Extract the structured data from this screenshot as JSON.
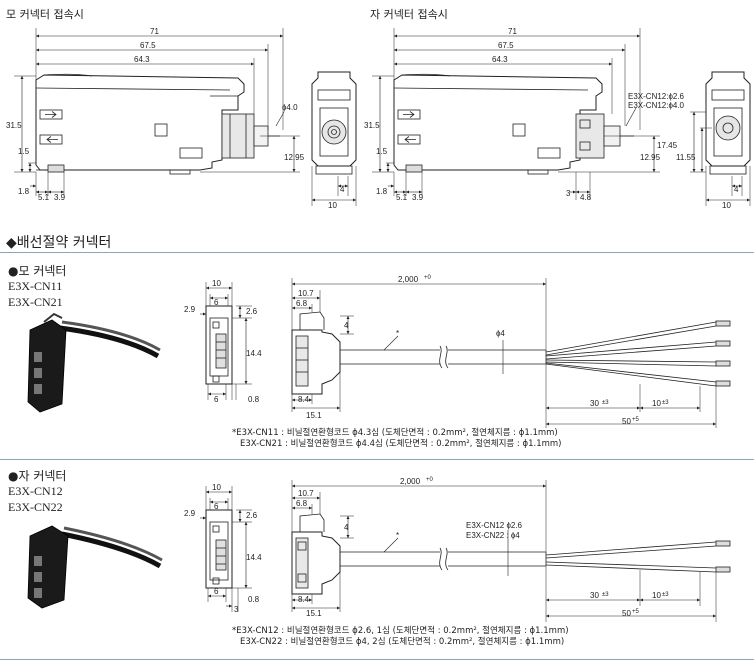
{
  "top": {
    "left_title": "모 커넥터 접속시",
    "right_title": "자 커넥터 접속시",
    "dims": {
      "d71": "71",
      "d67_5": "67.5",
      "d64_3": "64.3",
      "d31_5": "31.5",
      "d1_5": "1.5",
      "d1_8": "1.8",
      "d5_1": "5.1",
      "d3_9": "3.9",
      "d12_95": "12.95",
      "phi4": "ɸ4.0",
      "d4": "4",
      "d10": "10",
      "d3": "3",
      "d4_8": "4.8",
      "d17_45": "17.45",
      "d11_55": "11.55",
      "cn12_26": "E3X-CN12:ɸ2.6",
      "cn12_40": "E3X-CN12:ɸ4.0"
    }
  },
  "section": {
    "title": "◆배선절약 커넥터"
  },
  "male": {
    "heading": "●모 커넥터",
    "model1": "E3X-CN11",
    "model2": "E3X-CN21",
    "dims": {
      "d10": "10",
      "d2_9": "2.9",
      "d2_6": "2.6",
      "d14_4": "14.4",
      "d6a": "6",
      "d6b": "6",
      "d0_8": "0.8",
      "d10_7": "10.7",
      "d6_8": "6.8",
      "d4": "4",
      "star": "*",
      "d2000": "2,000",
      "d2000_tol": "+0",
      "phi4": "ɸ4",
      "d8_4": "8.4",
      "d15_1": "15.1",
      "d30": "30",
      "d30_tol": "±3",
      "d10b": "10",
      "d10b_tol": "±3",
      "d50": "50",
      "d50_tol": "+5"
    },
    "note1": "*E3X-CN11 : 비닐절연환형코드 ɸ4.3심 (도체단면적 : 0.2mm², 절연체지름 : ɸ1.1mm)",
    "note2": "E3X-CN21 : 비닐절연환형코드 ɸ4.4심 (도체단면적 : 0.2mm², 절연체지름 : ɸ1.1mm)"
  },
  "female": {
    "heading": "●자 커넥터",
    "model1": "E3X-CN12",
    "model2": "E3X-CN22",
    "dims": {
      "d10": "10",
      "d2_9": "2.9",
      "d2_6": "2.6",
      "d14_4": "14.4",
      "d6a": "6",
      "d6b": "6",
      "d0_8": "0.8",
      "d3": "3",
      "d10_7": "10.7",
      "d6_8": "6.8",
      "d4": "4",
      "star": "*",
      "d2000": "2,000",
      "d2000_tol": "+0",
      "cn12": "E3X-CN12 ɸ2.6",
      "cn22": "E3X-CN22 : ɸ4",
      "d8_4": "8.4",
      "d15_1": "15.1",
      "d30": "30",
      "d30_tol": "±3",
      "d10b": "10",
      "d10b_tol": "±3",
      "d50": "50",
      "d50_tol": "+5"
    },
    "note1": "*E3X-CN12 : 비닐절연환형코드 ɸ2.6, 1심 (도체단면적 : 0.2mm², 절연체지름 : ɸ1.1mm)",
    "note2": "E3X-CN22 : 비닐절연환형코드 ɸ4, 2심 (도체단면적 : 0.2mm², 절연체지름 : ɸ1.1mm)"
  }
}
